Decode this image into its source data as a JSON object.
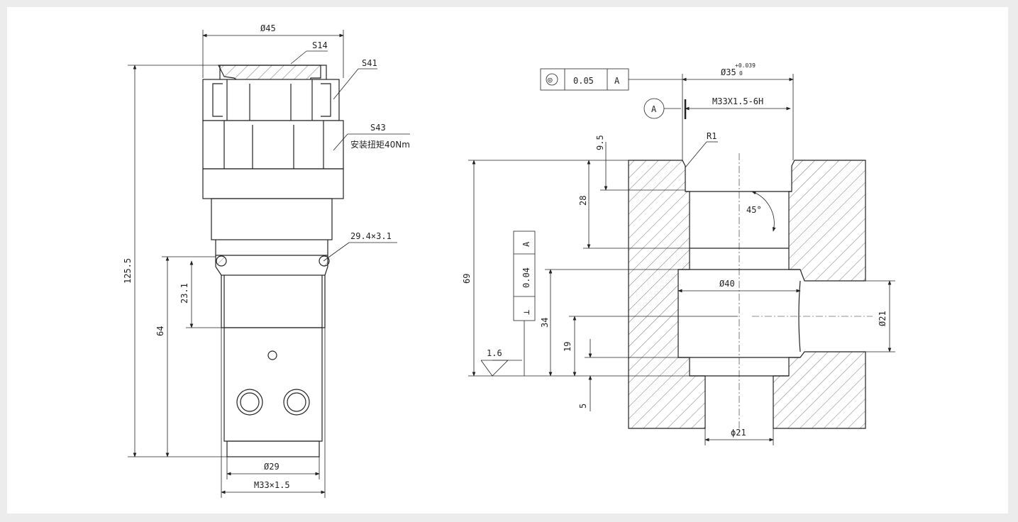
{
  "left_view": {
    "dim_top_dia": "Ø45",
    "label_s14": "S14",
    "label_s41": "S41",
    "label_s43": "S43",
    "label_torque": "安装扭矩40Nm",
    "label_oring": "29.4×3.1",
    "dim_total": "125.5",
    "dim_23_1": "23.1",
    "dim_64": "64",
    "dim_bottom_dia": "Ø29",
    "dim_thread": "M33×1.5"
  },
  "right_view": {
    "fcf_symbol": "◎",
    "fcf_value": "0.05",
    "fcf_datum": "A",
    "dim_top_dia": "Ø35",
    "dim_top_tol_upper": "+0.039",
    "dim_top_tol_lower": "0",
    "datum_label": "A",
    "dim_thread": "M33X1.5-6H",
    "dim_9_5": "9.5",
    "label_r1": "R1",
    "dim_28": "28",
    "dim_angle": "45°",
    "fcf2_symbol": "⊥",
    "fcf2_value": "0.04",
    "fcf2_datum": "A",
    "dim_69": "69",
    "dim_34": "34",
    "dim_19": "19",
    "dim_5": "5",
    "dim_bore": "Ø40",
    "dim_side_port": "Ø21",
    "dim_bottom_port": "ϕ21",
    "roughness": "1.6"
  },
  "colors": {
    "line": "#222222",
    "hatch": "#555555",
    "frame": "#e0e0e0"
  }
}
